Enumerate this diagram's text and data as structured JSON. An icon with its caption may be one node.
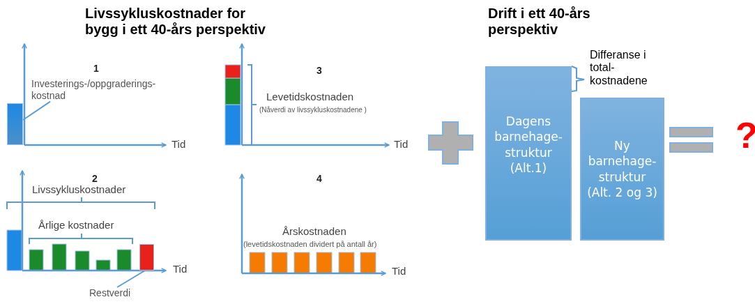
{
  "diagram": {
    "nodes": [
      {
        "text": [
          "Investerings-/oppgraderings- kostnad"
        ]
      },
      {
        "text": [],
        "shape": "bar"
      },
      {
        "text": [
          "Restverdi"
        ]
      },
      {
        "text": [],
        "shape": "bar"
      },
      {
        "text": [
          "Dagens barnehage- struktur (Alt.1)"
        ]
      },
      {
        "text": [
          "Ny barnehage- struktur (Alt. 2 og 3)"
        ]
      }
    ],
    "edges": [
      {
        "from": 0,
        "to": 1,
        "arrow": "none"
      },
      {
        "from": 2,
        "to": 3,
        "arrow": "none"
      }
    ],
    "labels": [
      "Livssykluskostnader for bygg i ett 40-års perspektiv",
      "Drift i ett 40-års perspektiv",
      "1",
      "Tid",
      "3",
      "Levetidskostnaden",
      "(Nåverdi av livssykluskostnadene )",
      "Tid",
      "2",
      "Livssykluskostnader",
      "Årlige kostnader",
      "Tid",
      "4",
      "Årskostnaden",
      "(levetidskostnaden dividert på antall år)",
      "Tid",
      "Differanse i total- kostnadene",
      "?"
    ]
  }
}
